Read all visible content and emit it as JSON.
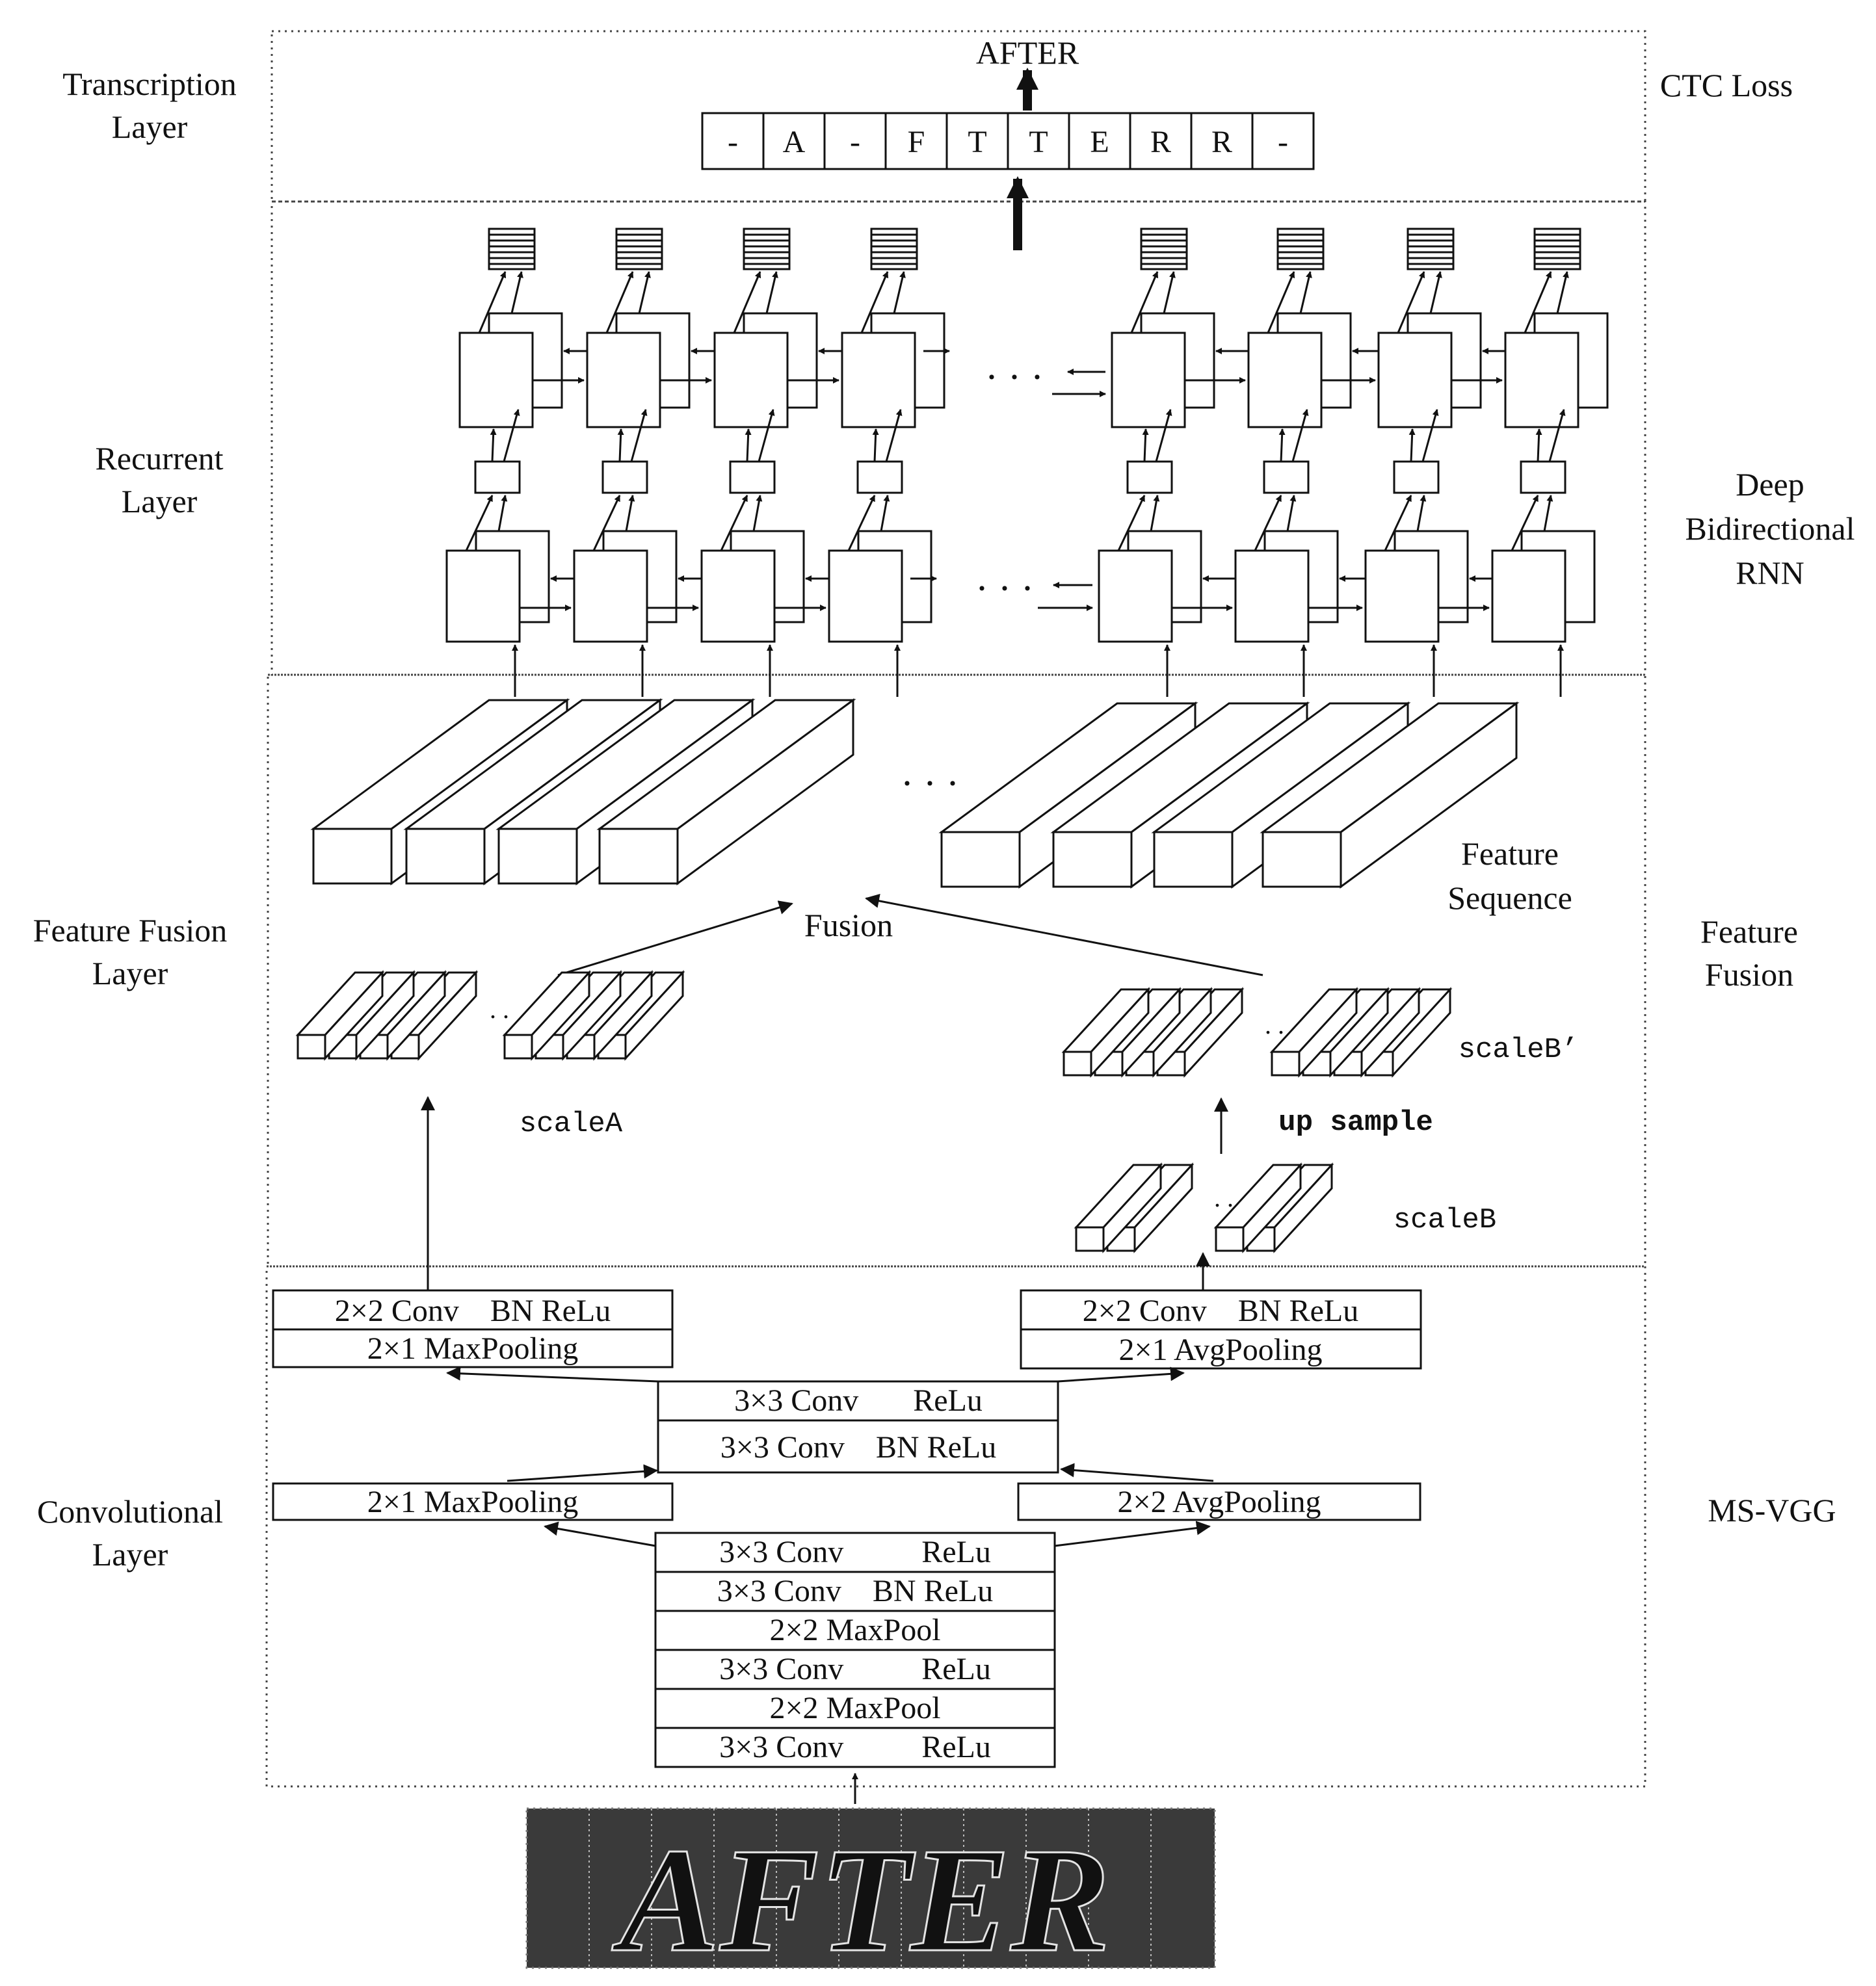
{
  "layers": {
    "transcription": "Transcription Layer",
    "recurrent": "Recurrent Layer",
    "feature_fusion": "Feature Fusion Layer",
    "convolutional": "Convolutional Layer"
  },
  "right_labels": {
    "ctc": "CTC Loss",
    "rnn": "Deep Bidirectional RNN",
    "fusion": "Feature Fusion",
    "msvgg": "MS-VGG"
  },
  "transcription": {
    "output": "AFTER",
    "sequence": [
      "-",
      "A",
      "-",
      "F",
      "T",
      "T",
      "E",
      "R",
      "R",
      "-"
    ]
  },
  "fusion_section": {
    "feature_sequence": "Feature Sequence",
    "fusion": "Fusion",
    "scale_a": "scaleA",
    "scale_b_prime": "scaleB’",
    "up_sample": "up sample",
    "scale_b": "scaleB",
    "ellipsis": "· · ·",
    "small_ellipsis": ". ."
  },
  "conv_section": {
    "left_branch": [
      "2×2 Conv    BN ReLu",
      "2×1 MaxPooling"
    ],
    "right_branch": [
      "2×2 Conv    BN ReLu",
      "2×1 AvgPooling"
    ],
    "middle_upper": [
      "3×3 Conv       ReLu",
      "3×3 Conv    BN ReLu"
    ],
    "left_pool": "2×1 MaxPooling",
    "right_pool": "2×2 AvgPooling",
    "stack": [
      "3×3 Conv          ReLu",
      "3×3 Conv    BN ReLu",
      "2×2 MaxPool",
      "3×3 Conv          ReLu",
      "2×2 MaxPool",
      "3×3 Conv          ReLu"
    ]
  },
  "input_image_text": "AFTER"
}
